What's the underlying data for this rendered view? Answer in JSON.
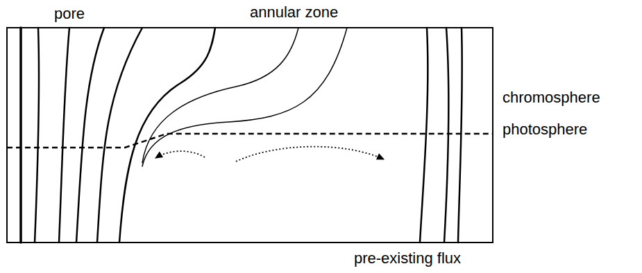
{
  "diagram": {
    "labels": [
      "pore",
      "annular zone",
      "chromosphere",
      "photosphere",
      "pre-existing flux"
    ]
  }
}
